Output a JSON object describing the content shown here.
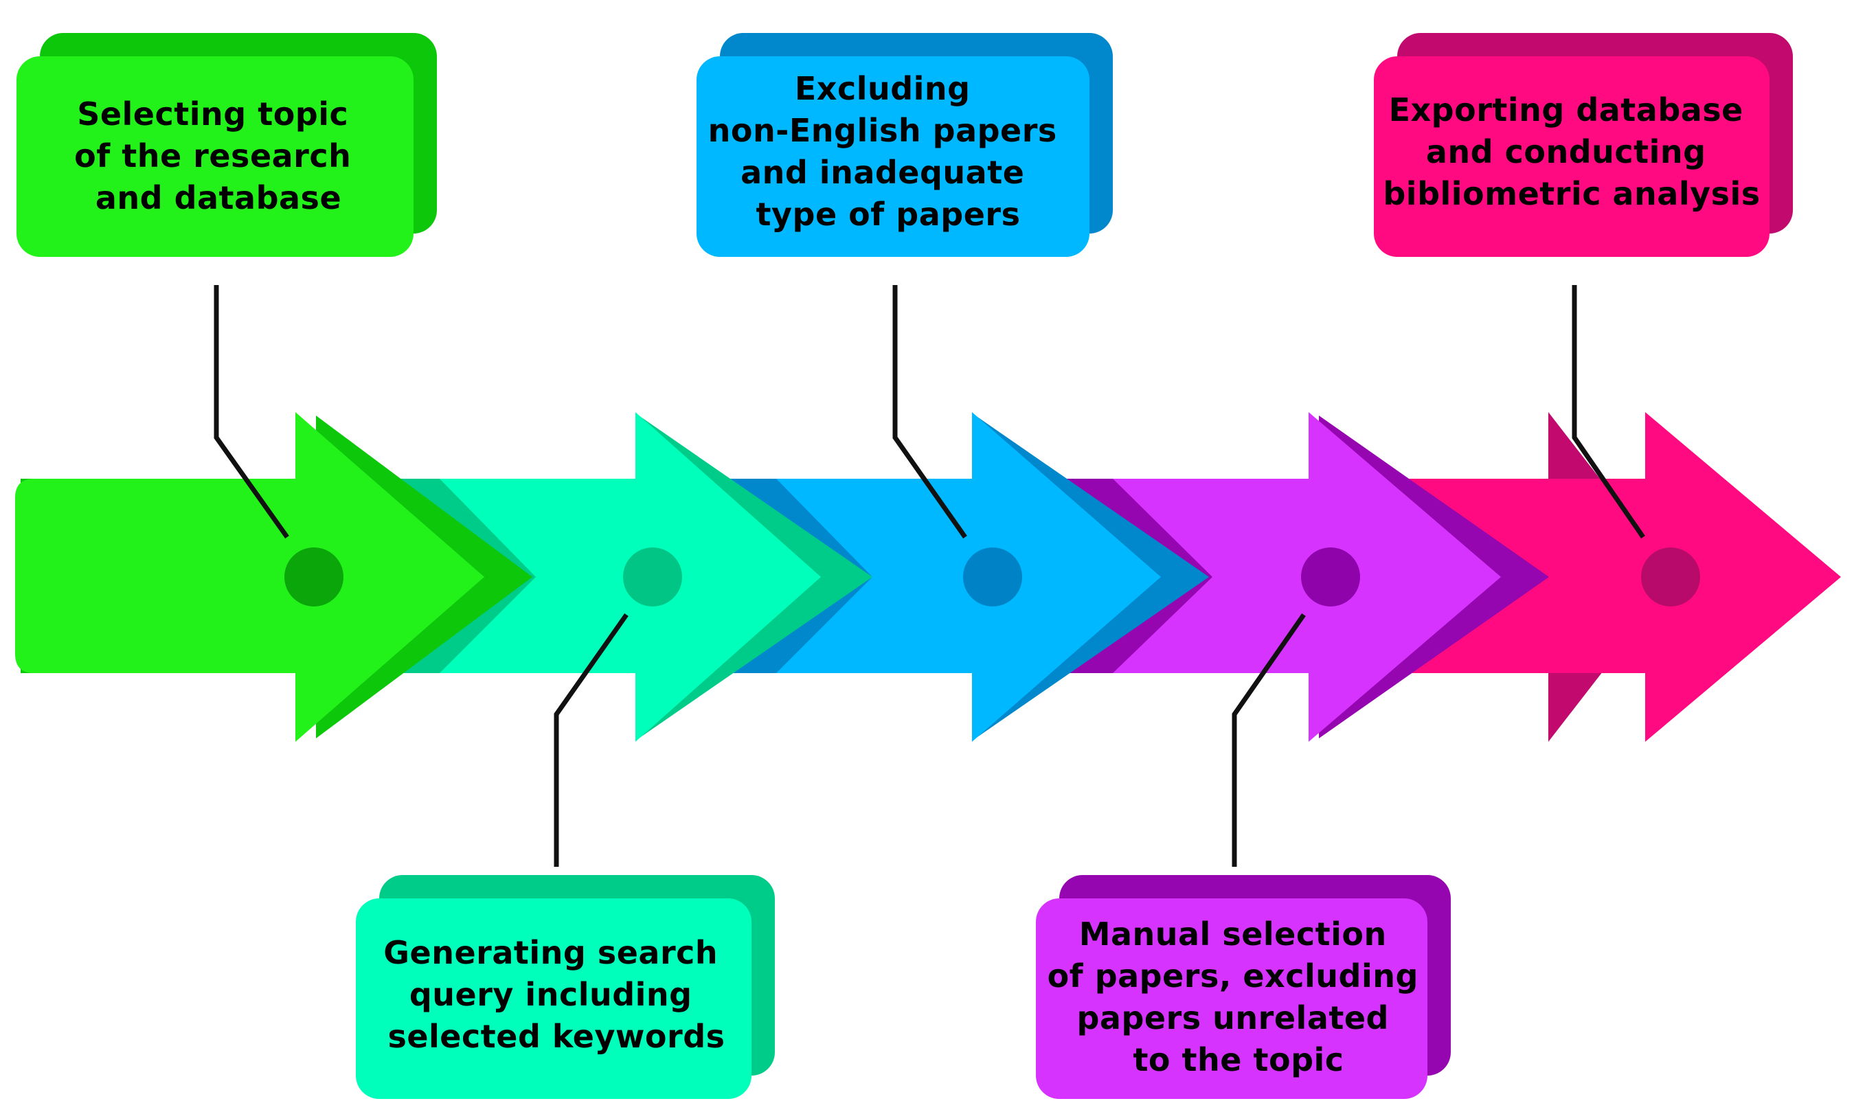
{
  "steps": [
    {
      "lines": [
        "Selecting topic",
        "of the research",
        "and database"
      ],
      "colors": {
        "main": "#22F21A",
        "dark": "#0DC80A",
        "dot": "#0AA60A"
      }
    },
    {
      "lines": [
        "Generating search",
        "query including",
        "selected keywords"
      ],
      "colors": {
        "main": "#00FFBB",
        "dark": "#00CC8A",
        "dot": "#00C584"
      }
    },
    {
      "lines": [
        "Excluding",
        "non-English papers",
        "and inadequate",
        "type of papers"
      ],
      "colors": {
        "main": "#00B8FF",
        "dark": "#0087CC",
        "dot": "#0083C6"
      }
    },
    {
      "lines": [
        "Manual selection",
        "of papers, excluding",
        "papers unrelated",
        "to the topic"
      ],
      "colors": {
        "main": "#D633FF",
        "dark": "#9606B0",
        "dot": "#8E03AA"
      }
    },
    {
      "lines": [
        "Exporting database",
        "and conducting",
        "bibliometric analysis"
      ],
      "colors": {
        "main": "#FF0A80",
        "dark": "#C20A6E",
        "dot": "#B80A6A"
      }
    }
  ]
}
